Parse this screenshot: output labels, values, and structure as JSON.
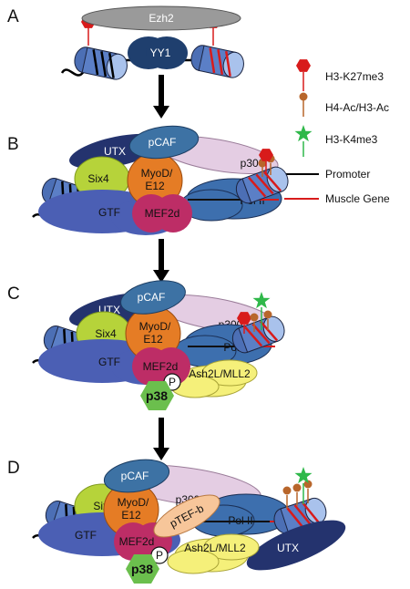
{
  "panels": {
    "a": {
      "letter": "A",
      "ezh2": "Ezh2",
      "yy1": "YY1"
    },
    "b": {
      "letter": "B",
      "utx": "UTX",
      "pcaf": "pCAF",
      "p300": "p300",
      "six4": "Six4",
      "myod_line1": "MyoD/",
      "myod_line2": "E12",
      "gtf": "GTF",
      "mef2d": "MEF2d",
      "pol2": "Pol II"
    },
    "c": {
      "letter": "C",
      "utx": "UTX",
      "pcaf": "pCAF",
      "p300": "p300",
      "six4": "Six4",
      "myod_line1": "MyoD/",
      "myod_line2": "E12",
      "gtf": "GTF",
      "mef2d": "MEF2d",
      "pol2": "Pol II",
      "phospho": "P",
      "p38": "p38",
      "ash2l": "Ash2L/MLL2"
    },
    "d": {
      "letter": "D",
      "pcaf": "pCAF",
      "p300": "p300",
      "six4": "Six4",
      "myod_line1": "MyoD/",
      "myod_line2": "E12",
      "ptefb": "pTEF-b",
      "gtf": "GTF",
      "mef2d": "MEF2d",
      "pol2": "Pol II",
      "utx": "UTX",
      "phospho": "P",
      "p38": "p38",
      "ash2l": "Ash2L/MLL2"
    }
  },
  "legend": {
    "k27": {
      "label": "H3-K27me3",
      "color": "#d81b1b",
      "icon": "red-hexagon-icon"
    },
    "ac": {
      "label": "H4-Ac/H3-Ac",
      "color": "#b8662b",
      "icon": "brown-lollipop-icon"
    },
    "k4": {
      "label": "H3-K4me3",
      "color": "#2fb84a",
      "icon": "green-star-icon"
    },
    "promoter": {
      "label": "Promoter",
      "color": "#000000"
    },
    "muscle_gene": {
      "label": "Muscle Gene",
      "color": "#d81b1b"
    }
  },
  "colors": {
    "nucleosome": "#5b7fc6",
    "ezh2": "#9a9a9a",
    "yy1": "#1f3f6e",
    "utx": "#24336e",
    "pcaf": "#3d72a4",
    "p300": "#e4cde3",
    "six4": "#b6d33a",
    "myod": "#e57c25",
    "gtf": "#4b5fb4",
    "mef2d": "#bd2d66",
    "pol2": "#3d6fae",
    "p38": "#6bbf4d",
    "ash2l": "#f5f07a",
    "ptefb": "#f7c69a"
  }
}
